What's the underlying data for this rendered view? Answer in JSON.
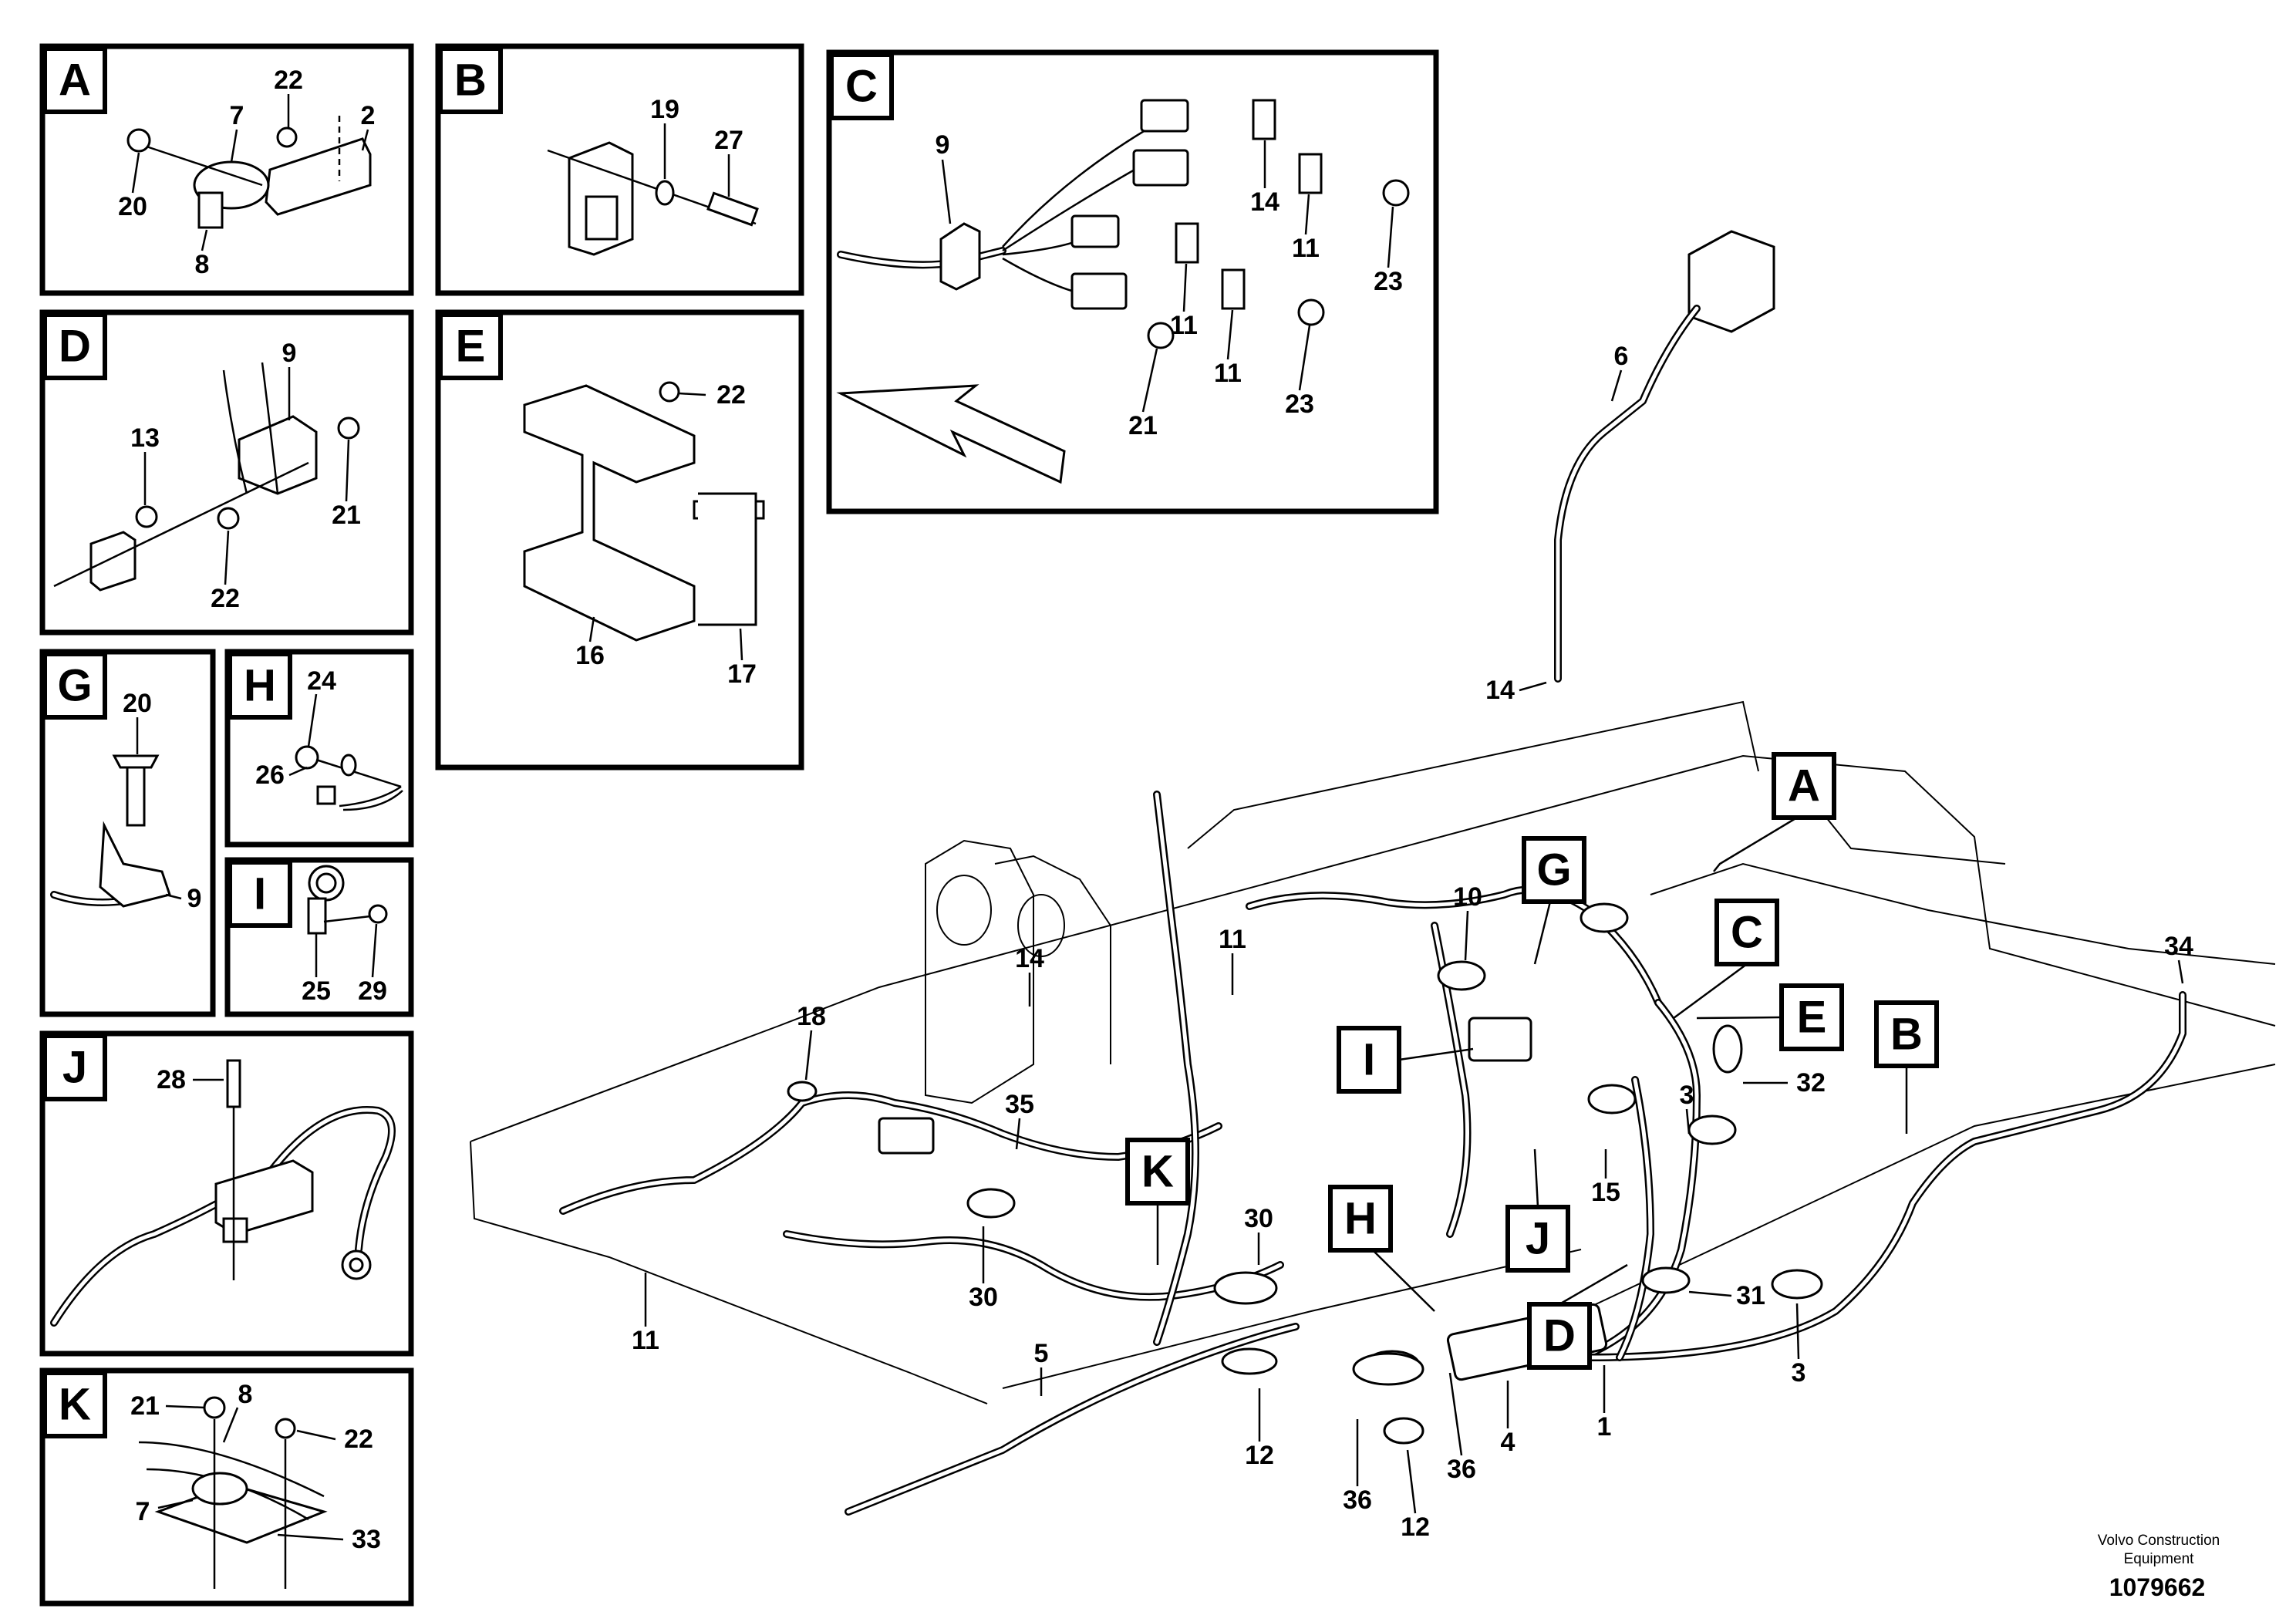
{
  "detail_tags": {
    "A": "A",
    "B": "B",
    "C": "C",
    "D": "D",
    "E": "E",
    "G": "G",
    "H": "H",
    "I": "I",
    "J": "J",
    "K": "K"
  },
  "detail_A": {
    "callouts": [
      "22",
      "7",
      "2",
      "20",
      "8"
    ]
  },
  "detail_B": {
    "callouts": [
      "19",
      "27"
    ]
  },
  "detail_C": {
    "callouts": [
      "9",
      "14",
      "11",
      "23",
      "11",
      "11",
      "21",
      "23"
    ]
  },
  "detail_D": {
    "callouts": [
      "9",
      "13",
      "21",
      "22"
    ]
  },
  "detail_E": {
    "callouts": [
      "22",
      "16",
      "17"
    ]
  },
  "detail_G": {
    "callouts": [
      "20",
      "9"
    ]
  },
  "detail_H": {
    "callouts": [
      "24",
      "26"
    ]
  },
  "detail_I": {
    "callouts": [
      "25",
      "29"
    ]
  },
  "detail_J": {
    "callouts": [
      "28"
    ]
  },
  "detail_K": {
    "callouts": [
      "21",
      "8",
      "22",
      "7",
      "33"
    ]
  },
  "main_callouts": [
    "6",
    "14",
    "10",
    "11",
    "14",
    "18",
    "35",
    "34",
    "3",
    "32",
    "15",
    "30",
    "30",
    "11",
    "5",
    "12",
    "36",
    "12",
    "36",
    "4",
    "1",
    "31",
    "3"
  ],
  "footer": {
    "caption_line1": "Volvo Construction",
    "caption_line2": "Equipment",
    "doc_number": "1079662"
  }
}
